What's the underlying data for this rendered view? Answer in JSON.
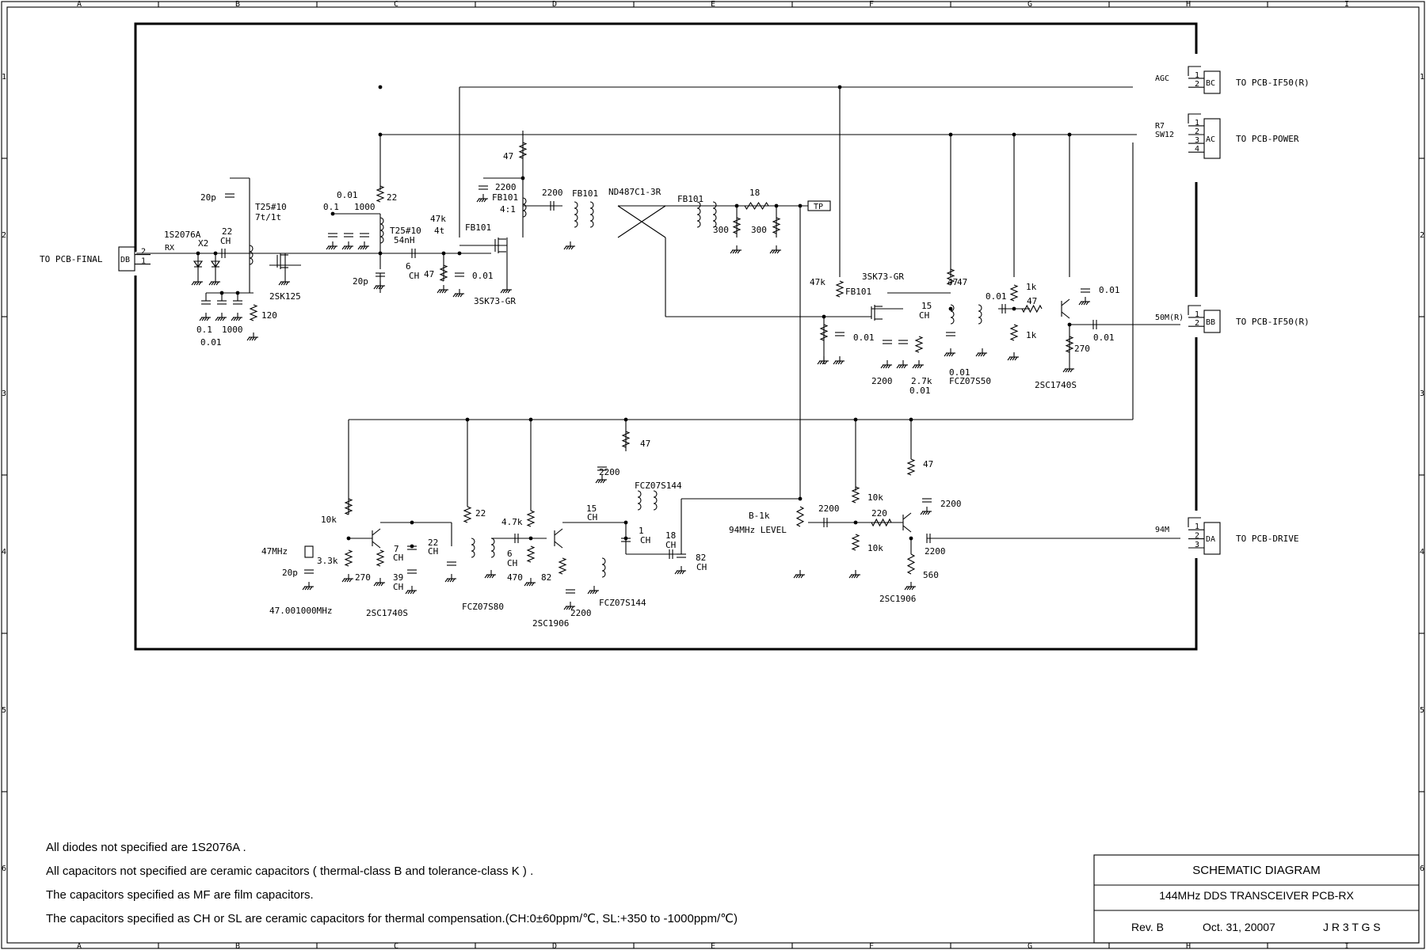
{
  "border": {
    "cols": [
      "A",
      "B",
      "C",
      "D",
      "E",
      "F",
      "G",
      "H",
      "I"
    ],
    "rows": [
      "1",
      "2",
      "3",
      "4",
      "5",
      "6"
    ]
  },
  "connectors": [
    {
      "id": "DB",
      "dest": "TO PCB-FINAL",
      "pins": [
        "2",
        "1"
      ],
      "sig": [
        "RX",
        ""
      ]
    },
    {
      "id": "BC",
      "dest": "TO PCB-IF50(R)",
      "pins": [
        "1",
        "2"
      ],
      "sig": [
        "AGC",
        ""
      ]
    },
    {
      "id": "AC",
      "dest": "TO PCB-POWER",
      "pins": [
        "1",
        "2",
        "3",
        "4"
      ],
      "sig": [
        "R7",
        "SW12"
      ]
    },
    {
      "id": "BB",
      "dest": "TO PCB-IF50(R)",
      "pins": [
        "1",
        "2"
      ],
      "sig": [
        "50M(R)"
      ]
    },
    {
      "id": "DA",
      "dest": "TO PCB-DRIVE",
      "pins": [
        "1",
        "2",
        "3"
      ],
      "sig": [
        "94M"
      ]
    }
  ],
  "labels": {
    "tp": "TP",
    "level": "94MHz LEVEL",
    "level_pot": "B-1k",
    "xtal_freq": "47.001000MHz",
    "xtal_name": "47MHz"
  },
  "parts": [
    "1S2076A",
    "X2",
    "22",
    "CH",
    "20p",
    "T25#10",
    "7t/1t",
    "0.1",
    "1000",
    "0.01",
    "120",
    "2SK125",
    "0.01",
    "0.1",
    "1000",
    "22",
    "T25#10",
    "54nH",
    "47k",
    "4t",
    "6",
    "CH",
    "47",
    "20p",
    "0.01",
    "FB101",
    "47",
    "2200",
    "FB101",
    "4:1",
    "3SK73-GR",
    "2200",
    "FB101",
    "ND487C1-3R",
    "FB101",
    "18",
    "300",
    "300",
    "47k",
    "3SK73-GR",
    "FB101",
    "47",
    "0.01",
    "2200",
    "2.7k",
    "0.01",
    "15",
    "CH",
    "47",
    "0.01",
    "FCZ07S50",
    "0.01",
    "47",
    "1k",
    "1k",
    "0.01",
    "270",
    "0.01",
    "2SC1740S",
    "10k",
    "3.3k",
    "20p",
    "7",
    "CH",
    "22",
    "CH",
    "39",
    "CH",
    "270",
    "2SC1740S",
    "22",
    "FCZ07S80",
    "4.7k",
    "6",
    "CH",
    "470",
    "82",
    "2SC1906",
    "2200",
    "47",
    "2200",
    "FCZ07S144",
    "15",
    "CH",
    "1",
    "CH",
    "18",
    "CH",
    "82",
    "CH",
    "FCZ07S144",
    "2200",
    "10k",
    "220",
    "10k",
    "47",
    "2200",
    "2200",
    "560",
    "2SC1906"
  ],
  "notes": [
    "All diodes not specified are 1S2076A .",
    "All capacitors not specified are ceramic capacitors ( thermal-class B and tolerance-class K ) .",
    "The capacitors specified as MF are film capacitors.",
    "The capacitors specified as CH or SL are ceramic capacitors for thermal compensation.(CH:0±60ppm/℃,  SL:+350 to -1000ppm/℃)"
  ],
  "title_block": {
    "title": "SCHEMATIC DIAGRAM",
    "subtitle": "144MHz DDS TRANSCEIVER    PCB-RX",
    "rev": "Rev. B",
    "date": "Oct. 31, 20007",
    "author": "J R 3 T G S"
  }
}
